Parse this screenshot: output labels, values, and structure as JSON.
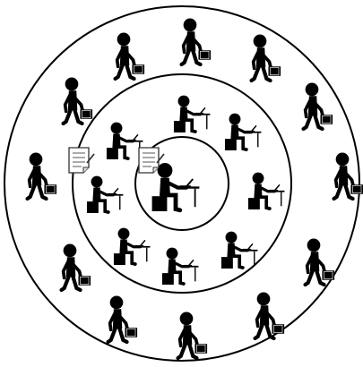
{
  "diagram": {
    "rings": [
      "outer-ring",
      "middle-ring",
      "inner-ring"
    ],
    "outer_figures": [
      {
        "id": "walker-top-left",
        "icon": "person-with-briefcase-icon"
      },
      {
        "id": "walker-top",
        "icon": "person-with-briefcase-icon"
      },
      {
        "id": "walker-top-right",
        "icon": "person-with-briefcase-icon"
      },
      {
        "id": "walker-right-upper",
        "icon": "person-with-briefcase-icon"
      },
      {
        "id": "walker-right",
        "icon": "person-with-briefcase-icon"
      },
      {
        "id": "walker-right-lower",
        "icon": "person-with-briefcase-icon"
      },
      {
        "id": "walker-bottom-right",
        "icon": "person-with-briefcase-icon"
      },
      {
        "id": "walker-bottom",
        "icon": "person-with-briefcase-icon"
      },
      {
        "id": "walker-bottom-left",
        "icon": "person-with-briefcase-icon"
      },
      {
        "id": "walker-left-lower",
        "icon": "person-with-briefcase-icon"
      },
      {
        "id": "walker-left",
        "icon": "person-with-briefcase-icon"
      },
      {
        "id": "walker-left-upper",
        "icon": "person-with-briefcase-icon"
      }
    ],
    "middle_figures": [
      {
        "id": "desk-worker-top",
        "icon": "person-at-laptop-icon"
      },
      {
        "id": "desk-worker-top-right",
        "icon": "person-at-laptop-icon"
      },
      {
        "id": "desk-worker-right",
        "icon": "person-at-laptop-icon"
      },
      {
        "id": "desk-worker-bottom-right",
        "icon": "person-at-laptop-icon"
      },
      {
        "id": "desk-worker-bottom",
        "icon": "person-at-laptop-icon"
      },
      {
        "id": "desk-worker-bottom-left",
        "icon": "person-at-laptop-icon"
      },
      {
        "id": "desk-worker-left",
        "icon": "person-at-laptop-icon"
      },
      {
        "id": "desk-worker-top-left",
        "icon": "person-at-laptop-icon"
      }
    ],
    "center_figure": {
      "id": "central-desk-worker",
      "icon": "person-at-laptop-icon"
    },
    "documents": [
      {
        "id": "document-note-left",
        "icon": "document-icon"
      },
      {
        "id": "document-note-right",
        "icon": "document-icon"
      }
    ]
  }
}
